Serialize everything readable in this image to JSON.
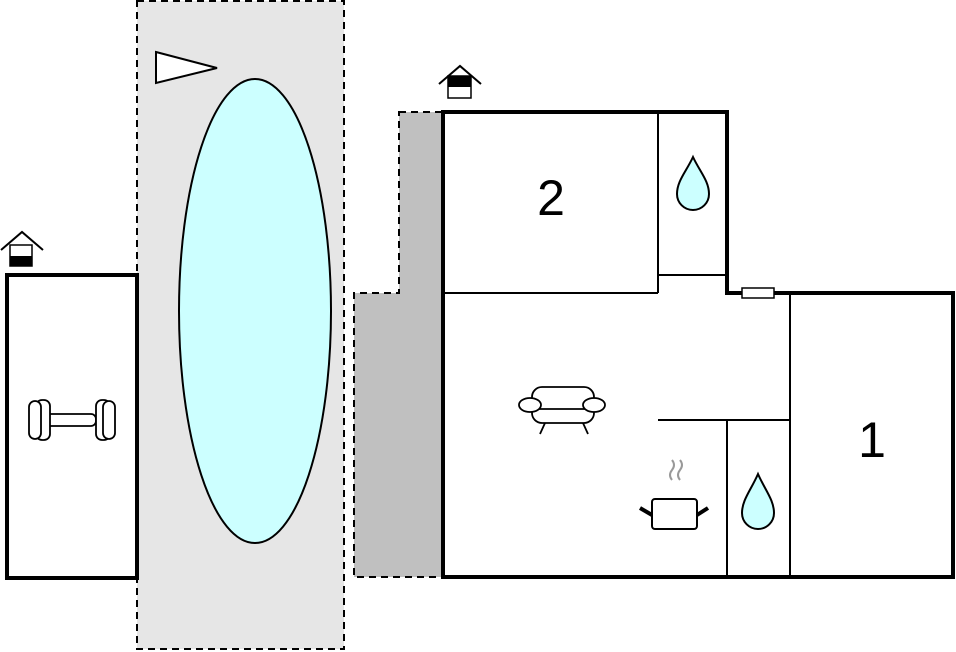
{
  "floorplan": {
    "rooms": [
      {
        "id": "gym",
        "label": "",
        "icon": "dumbbell-icon"
      },
      {
        "id": "pool",
        "label": "",
        "icon": "pool"
      },
      {
        "id": "bedroom-2",
        "label": "2"
      },
      {
        "id": "bathroom-upper",
        "label": "",
        "icon": "water-drop-icon"
      },
      {
        "id": "living",
        "label": "",
        "icon": "sofa-icon"
      },
      {
        "id": "kitchen",
        "label": "",
        "icon": "cooking-pot-icon"
      },
      {
        "id": "bathroom-lower",
        "label": "",
        "icon": "water-drop-icon"
      },
      {
        "id": "bedroom-1",
        "label": "1"
      }
    ],
    "colors": {
      "wall": "#000000",
      "pool_water": "#ccffff",
      "outdoor_area": "#e6e6e6",
      "terrace": "#c0c0c0",
      "drop": "#ccffff",
      "steam": "#999999"
    },
    "icons": [
      "house-entrance-icon",
      "house-entrance-icon",
      "direction-pointer-icon"
    ]
  }
}
